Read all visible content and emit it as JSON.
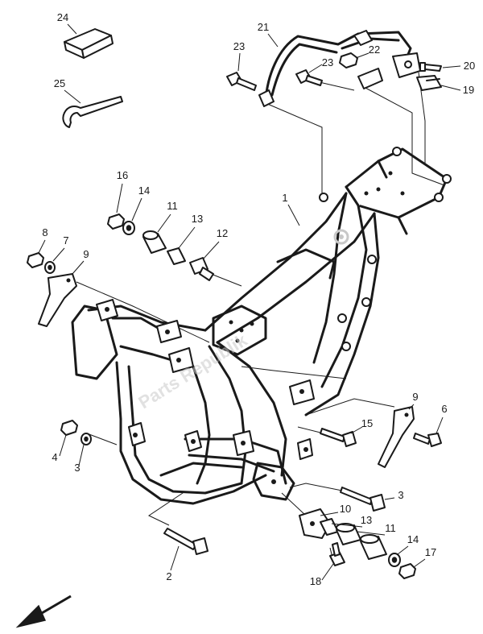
{
  "callouts": {
    "c1": "1",
    "c2": "2",
    "c3a": "3",
    "c3b": "3",
    "c4": "4",
    "c6": "6",
    "c7": "7",
    "c8": "8",
    "c9a": "9",
    "c9b": "9",
    "c10": "10",
    "c11a": "11",
    "c11b": "11",
    "c12": "12",
    "c13a": "13",
    "c13b": "13",
    "c14a": "14",
    "c14b": "14",
    "c15": "15",
    "c16": "16",
    "c17": "17",
    "c18": "18",
    "c19": "19",
    "c20": "20",
    "c21": "21",
    "c22": "22",
    "c23a": "23",
    "c23b": "23",
    "c24": "24",
    "c25": "25"
  },
  "watermark": {
    "text": "Parts Republik"
  },
  "icons": {
    "gear": "gear-icon",
    "direction": "direction-arrow-icon"
  },
  "colors": {
    "line": "#1a1a1a",
    "background": "#ffffff",
    "watermark": "#c8c8c8"
  }
}
